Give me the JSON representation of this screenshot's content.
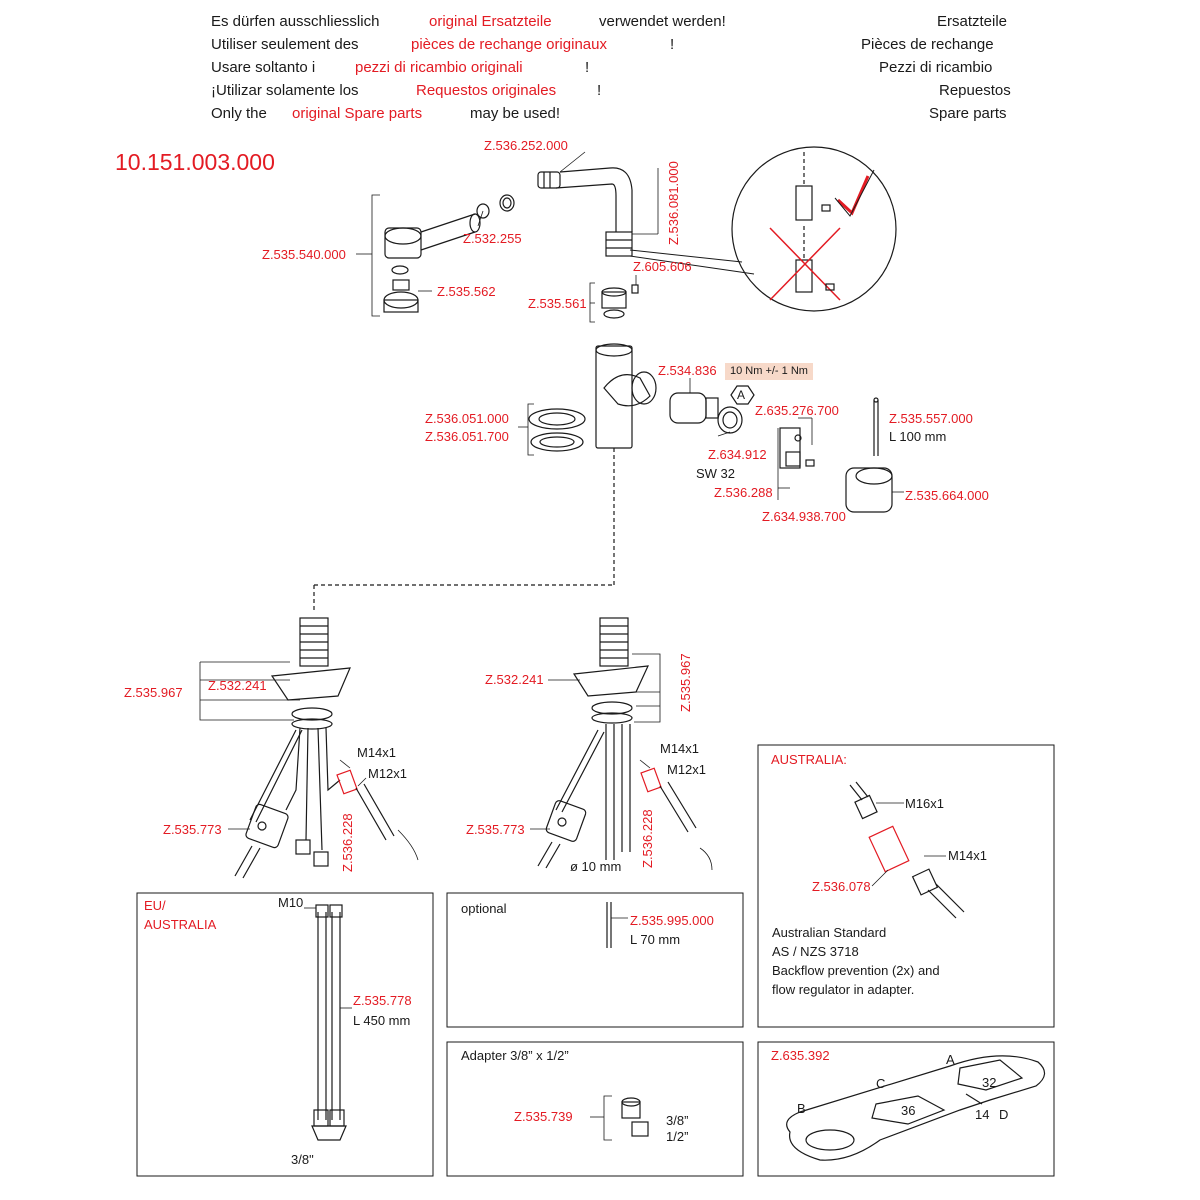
{
  "header": {
    "rows": [
      {
        "prefix": "Es dürfen ausschliesslich",
        "highlight": "original Ersatzteile",
        "suffix": "verwendet werden!",
        "right": "Ersatzteile"
      },
      {
        "prefix": "Utiliser seulement des",
        "highlight": "pièces de rechange originaux",
        "suffix": "!",
        "right": "Pièces de rechange"
      },
      {
        "prefix": "Usare soltanto i",
        "highlight": "pezzi di ricambio originali",
        "suffix": "!",
        "right": "Pezzi di ricambio"
      },
      {
        "prefix": "¡Utilizar solamente los",
        "highlight": "Requestos originales",
        "suffix": "!",
        "right": "Repuestos"
      },
      {
        "prefix": "Only the",
        "highlight": "original Spare parts",
        "suffix": "may be used!",
        "right": "Spare parts"
      }
    ]
  },
  "article_number": "10.151.003.000",
  "parts": {
    "p1": "Z.536.252.000",
    "p2": "Z.536.081.000",
    "p3": "Z.535.540.000",
    "p4": "Z.532.255",
    "p5": "Z.535.562",
    "p6": "Z.605.606",
    "p7": "Z.535.561",
    "p8": "Z.534.836",
    "p9": "Z.635.276.700",
    "p10": "Z.535.557.000",
    "p11": "Z.536.051.000",
    "p12": "Z.536.051.700",
    "p13": "Z.634.912",
    "p14": "Z.536.288",
    "p15": "Z.634.938.700",
    "p16": "Z.535.664.000",
    "p17": "Z.535.967",
    "p18": "Z.532.241",
    "p19": "Z.535.773",
    "p20": "Z.536.228",
    "p21": "Z.532.241",
    "p22": "Z.535.967",
    "p23": "Z.535.773",
    "p24": "Z.536.228",
    "p25": "Z.536.078",
    "p26": "Z.535.778",
    "p27": "Z.535.995.000",
    "p28": "Z.535.739",
    "p29": "Z.635.392"
  },
  "labels": {
    "torque": "10 Nm +/- 1 Nm",
    "marker_a": "A",
    "sw32": "SW 32",
    "l100": "L 100 mm",
    "m14a": "M14x1",
    "m12a": "M12x1",
    "m14b": "M14x1",
    "m12b": "M12x1",
    "d10": "ø 10 mm",
    "m16": "M16x1",
    "m14c": "M14x1",
    "m10": "M10",
    "l450": "L 450 mm",
    "threeeighths": "3/8\"",
    "l70": "L 70 mm",
    "ad38": "3/8”",
    "ad12": "1/2”"
  },
  "boxes": {
    "eu_line1": "EU/",
    "eu_line2": "AUSTRALIA",
    "optional": "optional",
    "adapter": "Adapter 3/8” x 1/2”",
    "australia": "AUSTRALIA:",
    "au_note1": "Australian Standard",
    "au_note2": "AS / NZS 3718",
    "au_note3": "Backflow prevention (2x) and",
    "au_note4": "flow regulator in adapter.",
    "wrench_a": "A",
    "wrench_b": "B",
    "wrench_c": "C",
    "wrench_d": "D",
    "wrench_32": "32",
    "wrench_36": "36",
    "wrench_14": "14"
  },
  "colors": {
    "part_number": "#e31b23",
    "line": "#1a1a1a",
    "torque_bg": "#f7d9c9"
  }
}
